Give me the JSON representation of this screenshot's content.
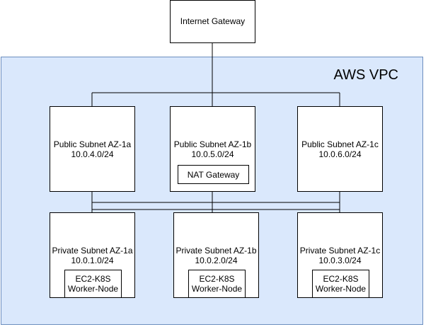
{
  "gateway": {
    "label": "Internet Gateway"
  },
  "vpc": {
    "label": "AWS VPC"
  },
  "public_subnets": [
    {
      "name": "Public Subnet AZ-1a",
      "cidr": "10.0.4.0/24"
    },
    {
      "name": "Public Subnet AZ-1b",
      "cidr": "10.0.5.0/24",
      "inner": "NAT Gateway"
    },
    {
      "name": "Public Subnet AZ-1c",
      "cidr": "10.0.6.0/24"
    }
  ],
  "private_subnets": [
    {
      "name": "Private Subnet AZ-1a",
      "cidr": "10.0.1.0/24",
      "inner_line1": "EC2-K8S",
      "inner_line2": "Worker-Node"
    },
    {
      "name": "Private Subnet AZ-1b",
      "cidr": "10.0.2.0/24",
      "inner_line1": "EC2-K8S",
      "inner_line2": "Worker-Node"
    },
    {
      "name": "Private Subnet AZ-1c",
      "cidr": "10.0.3.0/24",
      "inner_line1": "EC2-K8S",
      "inner_line2": "Worker-Node"
    }
  ]
}
